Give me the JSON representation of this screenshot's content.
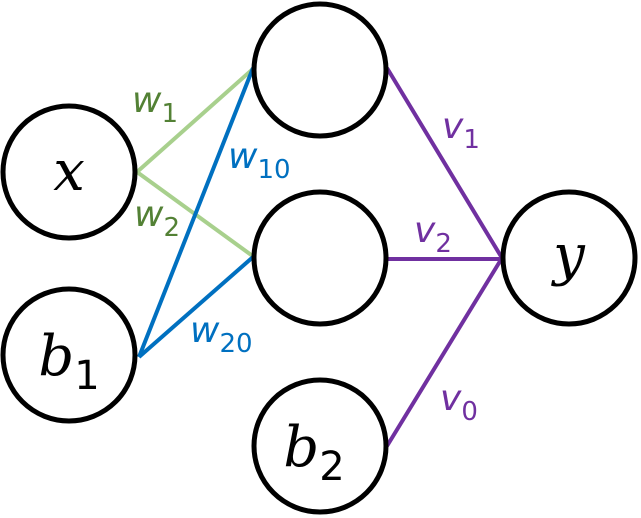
{
  "colors": {
    "input_weights": "#a8d08d",
    "bias_weights": "#0070c0",
    "output_weights": "#7030a0",
    "input_weight_labels": "#538135",
    "node_stroke": "#000000"
  },
  "nodes": {
    "x": {
      "name": "x",
      "sub": ""
    },
    "b1": {
      "name": "b",
      "sub": "1"
    },
    "h1": {
      "name": "",
      "sub": ""
    },
    "h2": {
      "name": "",
      "sub": ""
    },
    "b2": {
      "name": "b",
      "sub": "2"
    },
    "y": {
      "name": "y",
      "sub": ""
    }
  },
  "edges": {
    "w1": {
      "name": "w",
      "sub": "1"
    },
    "w2": {
      "name": "w",
      "sub": "2"
    },
    "w10": {
      "name": "w",
      "sub": "10"
    },
    "w20": {
      "name": "w",
      "sub": "20"
    },
    "v1": {
      "name": "v",
      "sub": "1"
    },
    "v2": {
      "name": "v",
      "sub": "2"
    },
    "v0": {
      "name": "v",
      "sub": "0"
    }
  }
}
